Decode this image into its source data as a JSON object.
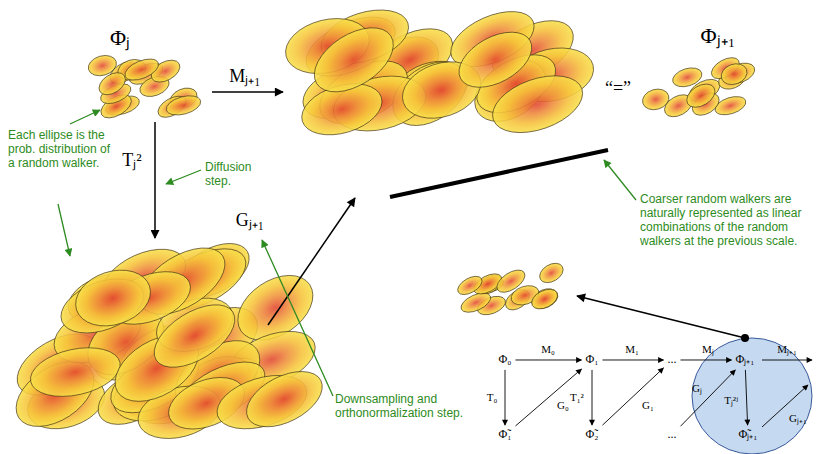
{
  "diagram": {
    "nodes": [
      {
        "text": [
          "Φⱼ"
        ]
      },
      {
        "text": [
          "Φⱼ₊₁"
        ]
      },
      {
        "text": [
          "Φ₀"
        ]
      },
      {
        "text": [
          "Φ₁"
        ]
      },
      {
        "text": [
          "..."
        ]
      },
      {
        "text": [
          "Φⱼ₊₁"
        ]
      },
      {
        "text": [
          "Φ̃₁"
        ]
      },
      {
        "text": [
          "Φ̃₂"
        ]
      },
      {
        "text": [
          "..."
        ]
      },
      {
        "text": [
          "Φ̃ⱼ₊₁"
        ]
      }
    ],
    "edges": [
      {
        "from": 2,
        "to": 3,
        "arrow": "to",
        "label": "M₀"
      },
      {
        "from": 3,
        "to": 4,
        "arrow": "to",
        "label": "M₁"
      },
      {
        "from": 4,
        "to": 5,
        "arrow": "to",
        "label": "Mⱼ"
      },
      {
        "from": 2,
        "to": 6,
        "arrow": "to",
        "label": "T₀"
      },
      {
        "from": 3,
        "to": 7,
        "arrow": "to",
        "label": "T₁²"
      },
      {
        "from": 5,
        "to": 9,
        "arrow": "to",
        "label": "Tⱼ²ʲ"
      },
      {
        "from": 6,
        "to": 3,
        "arrow": "to",
        "label": "G₀"
      },
      {
        "from": 7,
        "to": 4,
        "arrow": "to",
        "label": "G₁"
      },
      {
        "from": 8,
        "to": 5,
        "arrow": "to",
        "label": "Gⱼ"
      }
    ],
    "labels": [
      "Mⱼ₊₁",
      "“=”",
      "Tⱼ²",
      "Gⱼ₊₁",
      "Each ellipse is the prob. distribution of a random walker.",
      "Diffusion step.",
      "Downsampling and orthonormalization step.",
      "Coarser random walkers are naturally represented as linear combinations of the random walkers at the previous scale.",
      "Mⱼ₊₁",
      "Gⱼ₊₁"
    ]
  }
}
